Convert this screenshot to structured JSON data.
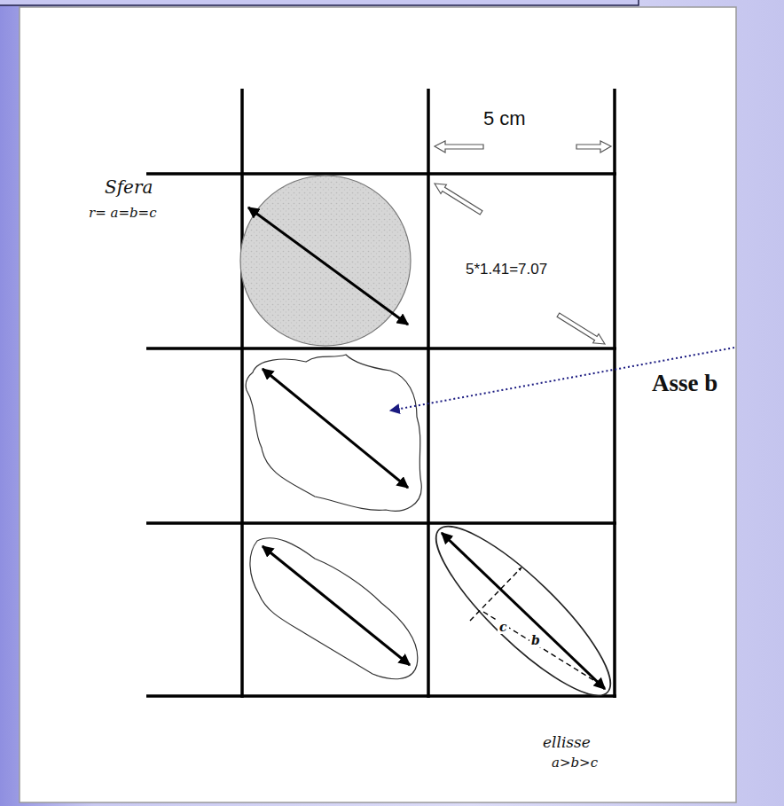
{
  "diagram": {
    "labels": [
      "5 cm",
      "5*1.41=7.07",
      "Sfera",
      "r= a=b=c",
      "Asse b",
      "c",
      "b",
      "ellisse",
      "a>b>c"
    ]
  }
}
